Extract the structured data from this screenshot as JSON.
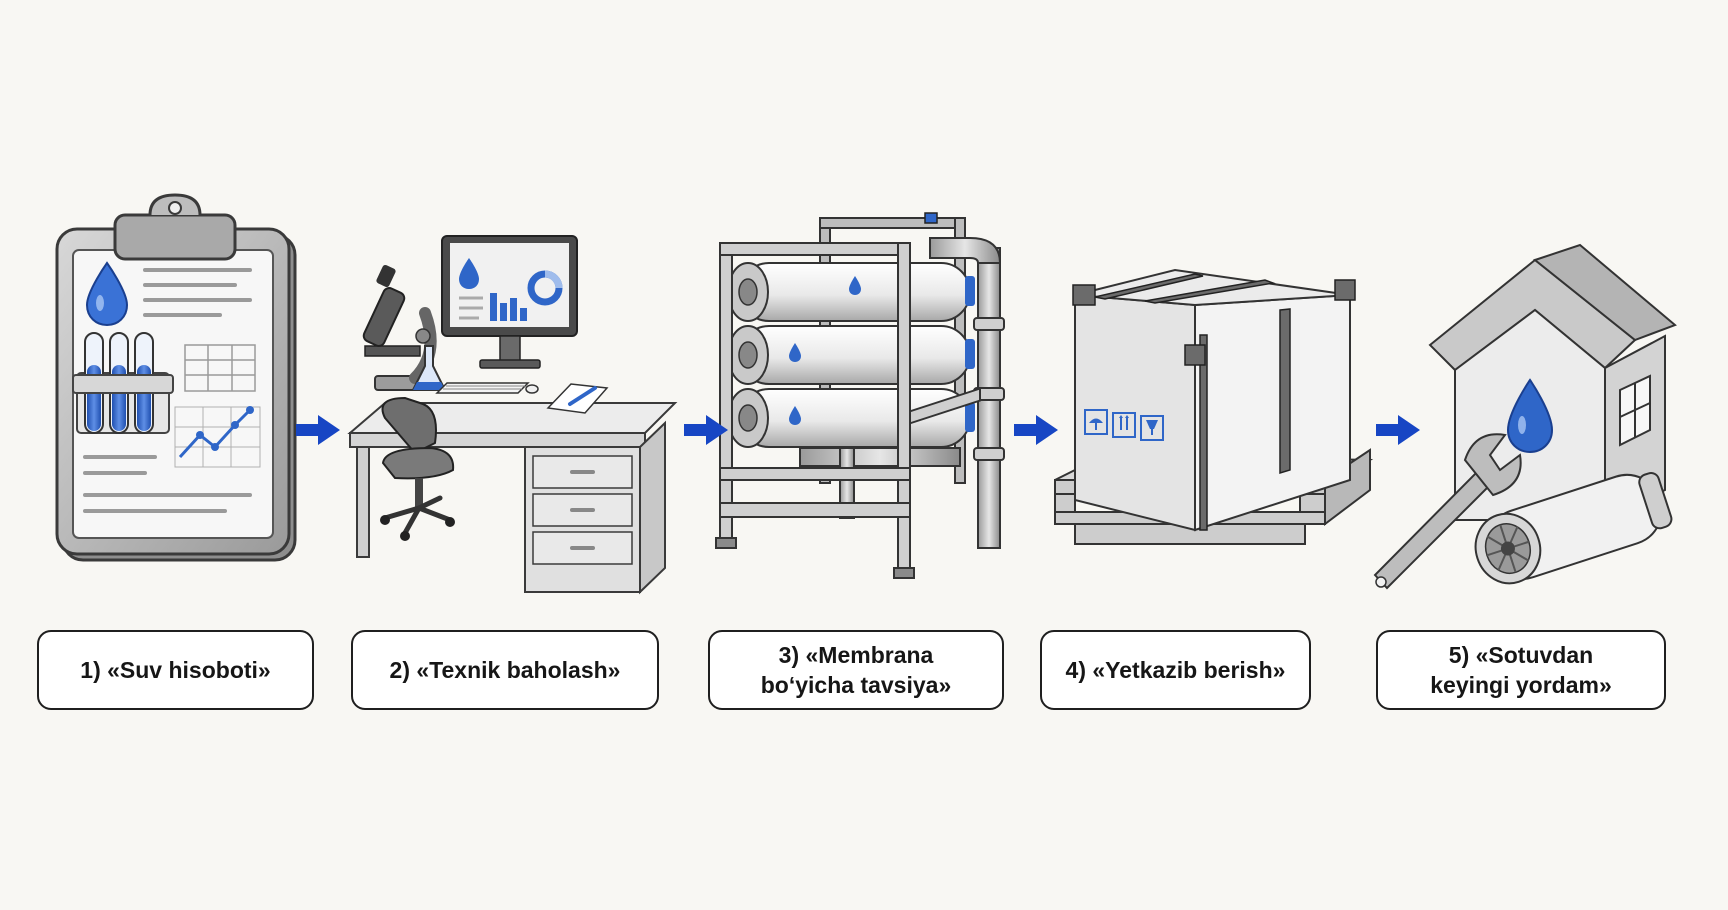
{
  "steps": [
    {
      "label": "1) «Suv hisoboti»",
      "icon": "clipboard-water-report-icon"
    },
    {
      "label": "2) «Texnik baholash»",
      "icon": "lab-desk-computer-icon"
    },
    {
      "label": "3) «Membrana\nbo‘yicha tavsiya»",
      "icon": "membrana-rack-icon"
    },
    {
      "label": "4) «Yetkazib berish»",
      "icon": "crate-pallet-icon"
    },
    {
      "label": "5) «Sotuvdan\nkeyingi yordam»",
      "icon": "house-service-icon"
    }
  ],
  "colors": {
    "accent": "#2f66c8",
    "arrow": "#1746c4",
    "outline": "#3a3a3a",
    "background": "#f8f7f3"
  }
}
